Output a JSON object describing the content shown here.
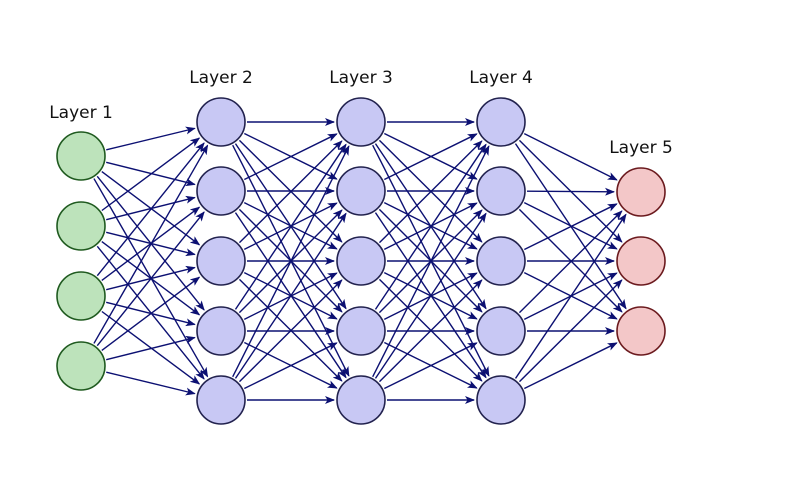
{
  "layers": [
    {
      "label": "Layer 1",
      "count": 4,
      "role": "input"
    },
    {
      "label": "Layer 2",
      "count": 5,
      "role": "hidden"
    },
    {
      "label": "Layer 3",
      "count": 5,
      "role": "hidden"
    },
    {
      "label": "Layer 4",
      "count": 5,
      "role": "hidden"
    },
    {
      "label": "Layer 5",
      "count": 3,
      "role": "output"
    }
  ],
  "colors": {
    "input_fill": "#bde3bb",
    "input_stroke": "#1f5a1f",
    "hidden_fill": "#c8c8f4",
    "hidden_stroke": "#22224e",
    "output_fill": "#f3c7c8",
    "output_stroke": "#6b1a1e",
    "edge": "#0c1072"
  },
  "connectivity": "fully-connected"
}
